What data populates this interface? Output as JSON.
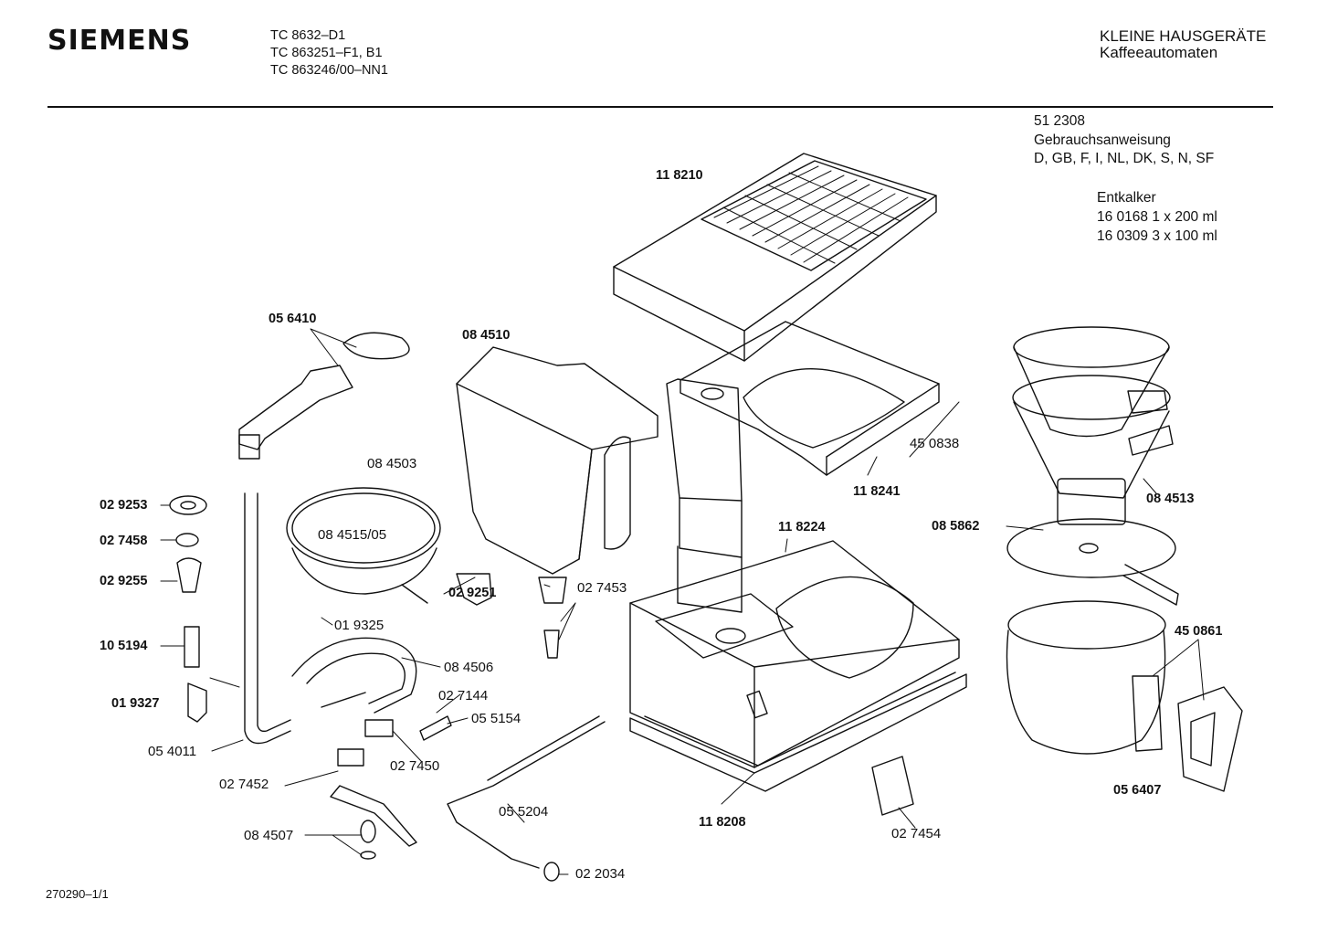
{
  "header": {
    "brand": "SIEMENS",
    "models": [
      "TC  8632–D1",
      "TC  863251–F1, B1",
      "TC  863246/00–NN1"
    ],
    "category": "KLEINE HAUSGERÄTE",
    "subcategory": "Kaffeeautomaten"
  },
  "info": {
    "manual_code": "51 2308",
    "manual_label": "Gebrauchsanweisung",
    "languages": "D, GB, F, I, NL, DK, S, N, SF",
    "descaler_label": "Entkalker",
    "descaler_1": "16 0168  1 x 200 ml",
    "descaler_2": "16 0309  3 x 100 ml"
  },
  "parts": {
    "p118210": "11 8210",
    "p056410": "05 6410",
    "p084510": "08 4510",
    "p084503": "08 4503",
    "p0845155": "08 4515/05",
    "p029253": "02 9253",
    "p027458": "02 7458",
    "p029255": "02 9255",
    "p105194": "10 5194",
    "p019327": "01 9327",
    "p054011": "05 4011",
    "p027452": "02 7452",
    "p084507": "08 4507",
    "p019325": "01 9325",
    "p029251": "02 9251",
    "p027453": "02 7453",
    "p084506": "08 4506",
    "p027144": "02 7144",
    "p055154": "05 5154",
    "p027450": "02 7450",
    "p055204": "05 5204",
    "p022034": "02 2034",
    "p118241": "11 8241",
    "p118224": "11 8224",
    "p118208": "11 8208",
    "p027454": "02 7454",
    "p450838": "45 0838",
    "p084513": "08 4513",
    "p085862": "08 5862",
    "p450861": "45 0861",
    "p056407": "05 6407"
  },
  "footer": {
    "doc_ref": "270290–1/1"
  }
}
